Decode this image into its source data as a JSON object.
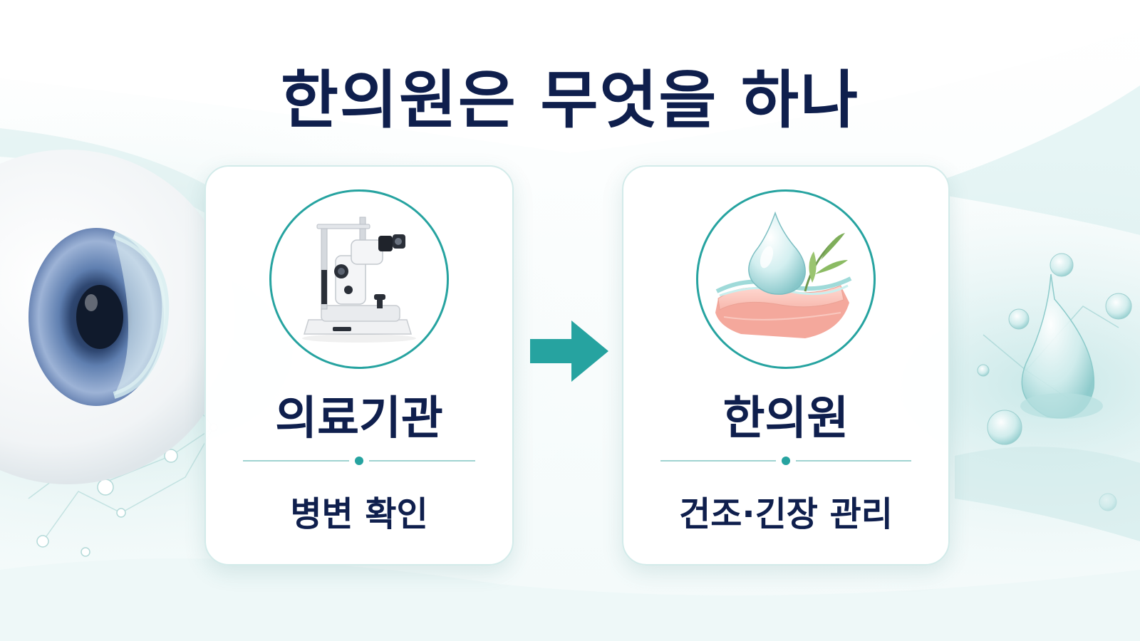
{
  "title": "한의원은 무엇을 하나",
  "cards": [
    {
      "heading": "의료기관",
      "subtitle": "병변 확인",
      "icon": "slit-lamp-microscope-icon"
    },
    {
      "heading": "한의원",
      "subtitle": "건조·긴장 관리",
      "icon": "water-drop-leaf-icon"
    }
  ],
  "colors": {
    "accent": "#26a3a0",
    "text": "#0f1f4d",
    "divider": "#9fd3d1"
  }
}
